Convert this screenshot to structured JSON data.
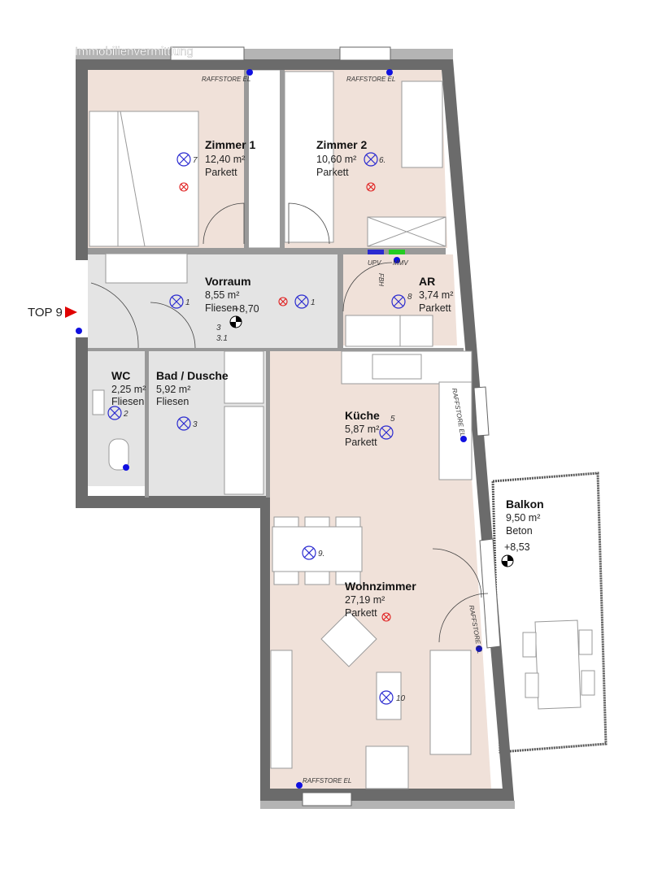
{
  "watermark": "Immobilienvermittlung",
  "unit_label": "TOP 9",
  "rooms": {
    "zimmer1": {
      "name": "Zimmer 1",
      "area": "12,40 m²",
      "floor": "Parkett"
    },
    "zimmer2": {
      "name": "Zimmer 2",
      "area": "10,60 m²",
      "floor": "Parkett"
    },
    "vorraum": {
      "name": "Vorraum",
      "area": "8,55 m²",
      "floor": "Fliesen"
    },
    "ar": {
      "name": "AR",
      "area": "3,74 m²",
      "floor": "Parkett"
    },
    "wc": {
      "name": "WC",
      "area": "2,25 m²",
      "floor": "Fliesen"
    },
    "bad": {
      "name": "Bad / Dusche",
      "area": "5,92 m²",
      "floor": "Fliesen"
    },
    "kueche": {
      "name": "Küche",
      "area": "5,87 m²",
      "floor": "Parkett"
    },
    "wohnzimmer": {
      "name": "Wohnzimmer",
      "area": "27,19 m²",
      "floor": "Parkett"
    },
    "balkon": {
      "name": "Balkon",
      "area": "9,50 m²",
      "floor": "Beton"
    }
  },
  "levels": {
    "vorraum": "+8,70",
    "balkon": "+8,53"
  },
  "annotations": {
    "raffstore": "RAFFSTORE EL",
    "upv": "UPV",
    "mmv": "MMV",
    "fbh": "FBH"
  },
  "circuit_numbers": {
    "z1": "7",
    "z2": "6.",
    "v1": "1",
    "v1b": "1",
    "v3": "3",
    "v31": "3.1",
    "ar": "8",
    "wc": "2",
    "bad": "3",
    "kue": "5",
    "wz9": "9.",
    "wz10": "10"
  },
  "colors": {
    "wall": "#6b6b6b",
    "wall_light": "#b4b4b4",
    "parkett": "#f0e1d9",
    "fliesen": "#e4e4e4",
    "marker": "#e00000",
    "electrical": "#2a2ad0"
  }
}
